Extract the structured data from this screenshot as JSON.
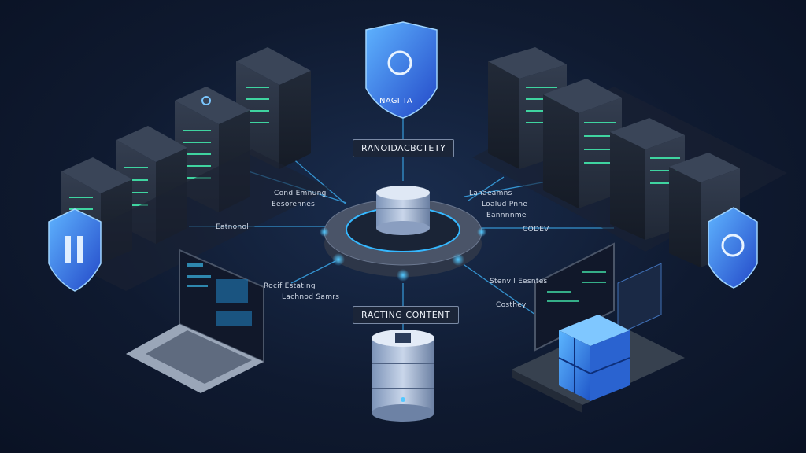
{
  "badge": {
    "text": "NAGIITA"
  },
  "hub_label": "RANOIDACBCTETY",
  "bottom_label": "RACTING CONTENT",
  "left_labels": {
    "l1a": "Cond Emnung",
    "l1b": "Eesorennes",
    "l2": "Eatnonol",
    "l3a": "Rocif Estating",
    "l3b": "Lachnod Samrs"
  },
  "right_labels": {
    "r1a": "Lanaeamns",
    "r1b": "Loalud Pnne",
    "r1c": "Eannnnme",
    "r2": "CODEV",
    "r3a": "Stenvil Eesntes",
    "r3b": "Costhey"
  },
  "colors": {
    "accent": "#35b8ff",
    "shield": "#2f7de8",
    "server": "#2b3342",
    "background": "#0f1a30"
  }
}
